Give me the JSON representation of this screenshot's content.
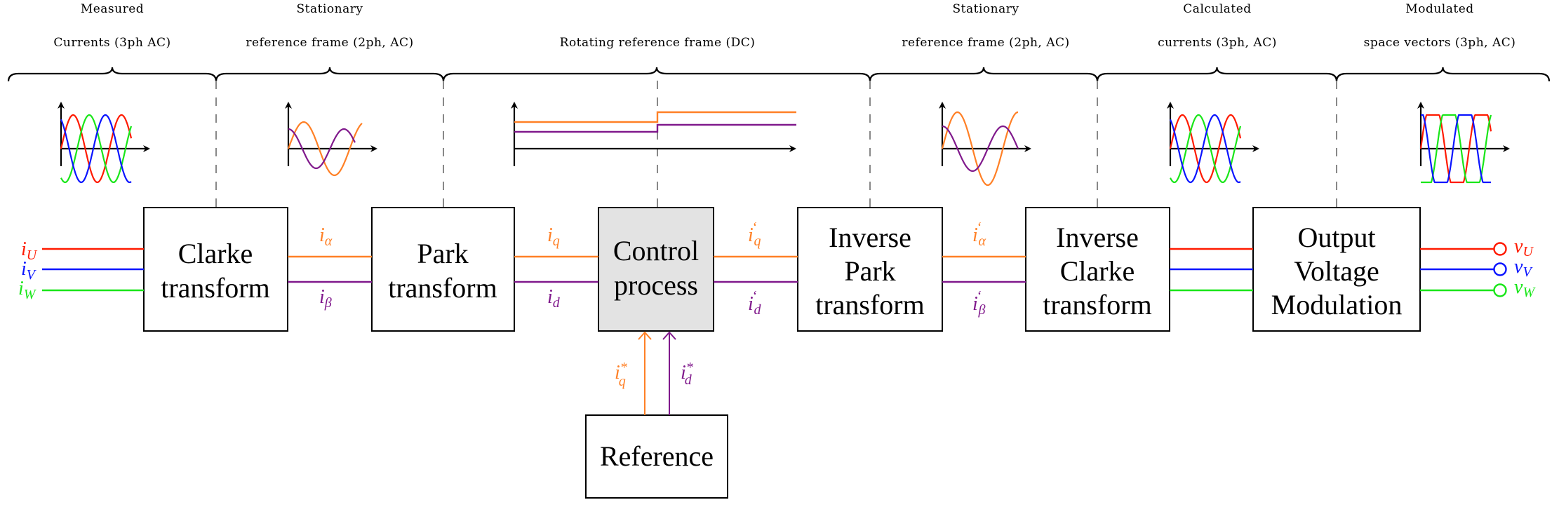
{
  "colors": {
    "phase_u": "#ff1a00",
    "phase_v": "#0a14ff",
    "phase_w": "#19e619",
    "q_axis": "#ff8026",
    "d_axis": "#80198c",
    "control_fill": "#e3e3e3",
    "divider": "#888888"
  },
  "sections": [
    {
      "line1": "Measured",
      "line2": "Currents (3ph AC)"
    },
    {
      "line1": "Stationary",
      "line2": "reference frame (2ph, AC)"
    },
    {
      "line1": "",
      "line2": "Rotating reference frame (DC)"
    },
    {
      "line1": "Stationary",
      "line2": "reference frame (2ph, AC)"
    },
    {
      "line1": "Calculated",
      "line2": "currents (3ph, AC)"
    },
    {
      "line1": "Modulated",
      "line2": "space vectors (3ph, AC)"
    }
  ],
  "blocks": {
    "clarke": [
      "Clarke",
      "transform"
    ],
    "park": [
      "Park",
      "transform"
    ],
    "control": [
      "Control",
      "process"
    ],
    "inv_park": [
      "Inverse",
      "Park",
      "transform"
    ],
    "inv_clarke": [
      "Inverse",
      "Clarke",
      "transform"
    ],
    "output": [
      "Output",
      "Voltage",
      "Modulation"
    ],
    "reference": [
      "Reference"
    ]
  },
  "signals": {
    "inputs": [
      {
        "base": "i",
        "sub": "U"
      },
      {
        "base": "i",
        "sub": "V"
      },
      {
        "base": "i",
        "sub": "W"
      }
    ],
    "alpha": {
      "base": "i",
      "sub": "α"
    },
    "beta": {
      "base": "i",
      "sub": "β"
    },
    "q": {
      "base": "i",
      "sub": "q"
    },
    "d": {
      "base": "i",
      "sub": "d"
    },
    "q_prime": {
      "base": "i",
      "sup": "‘",
      "sub": "q"
    },
    "d_prime": {
      "base": "i",
      "sup": "‘",
      "sub": "d"
    },
    "alpha_prime": {
      "base": "i",
      "sup": "‘",
      "sub": "α"
    },
    "beta_prime": {
      "base": "i",
      "sup": "‘",
      "sub": "β"
    },
    "q_ref": {
      "base": "i",
      "sup": "*",
      "sub": "q"
    },
    "d_ref": {
      "base": "i",
      "sup": "*",
      "sub": "d"
    },
    "outputs": [
      {
        "base": "v",
        "sub": "U"
      },
      {
        "base": "v",
        "sub": "V"
      },
      {
        "base": "v",
        "sub": "W"
      }
    ]
  }
}
